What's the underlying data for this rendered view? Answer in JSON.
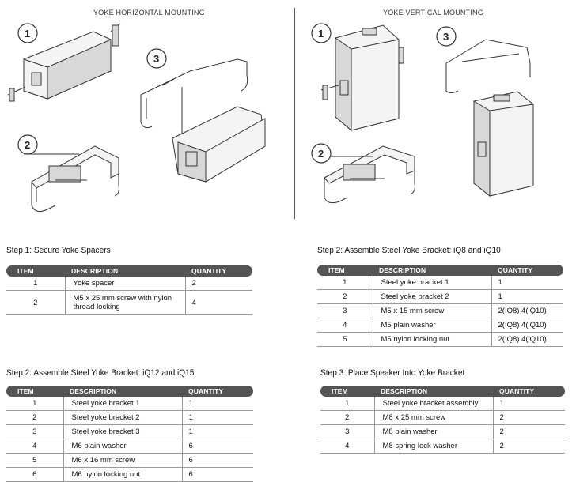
{
  "headers": {
    "horizontal": "YOKE HORIZONTAL MOUNTING",
    "vertical": "YOKE VERTICAL MOUNTING"
  },
  "badges": {
    "h1": "1",
    "h2": "2",
    "h3": "3",
    "v1": "1",
    "v2": "2",
    "v3": "3"
  },
  "columns": {
    "item": "ITEM",
    "description": "DESCRIPTION",
    "quantity": "QUANTITY"
  },
  "tables": {
    "t1": {
      "title": "Step 1: Secure Yoke Spacers",
      "rows": [
        {
          "item": "1",
          "description": "Yoke spacer",
          "quantity": "2"
        },
        {
          "item": "2",
          "description": "M5 x 25 mm screw with nylon thread locking",
          "quantity": "4"
        }
      ]
    },
    "t2": {
      "title": "Step 2: Assemble Steel Yoke Bracket: iQ8 and iQ10",
      "rows": [
        {
          "item": "1",
          "description": "Steel yoke bracket 1",
          "quantity": "1"
        },
        {
          "item": "2",
          "description": "Steel yoke bracket 2",
          "quantity": "1"
        },
        {
          "item": "3",
          "description": "M5 x 15 mm screw",
          "quantity": "2(IQ8) 4(iQ10)"
        },
        {
          "item": "4",
          "description": "M5 plain washer",
          "quantity": "2(IQ8) 4(iQ10)"
        },
        {
          "item": "5",
          "description": "M5 nylon locking nut",
          "quantity": "2(IQ8) 4(iQ10)"
        }
      ]
    },
    "t3": {
      "title": "Step 2: Assemble Steel Yoke Bracket: iQ12 and iQ15",
      "rows": [
        {
          "item": "1",
          "description": "Steel yoke bracket 1",
          "quantity": "1"
        },
        {
          "item": "2",
          "description": "Steel yoke bracket 2",
          "quantity": "1"
        },
        {
          "item": "3",
          "description": "Steel yoke bracket 3",
          "quantity": "1"
        },
        {
          "item": "4",
          "description": "M6 plain washer",
          "quantity": "6"
        },
        {
          "item": "5",
          "description": "M6 x 16 mm screw",
          "quantity": "6"
        },
        {
          "item": "6",
          "description": "M6 nylon locking nut",
          "quantity": "6"
        }
      ]
    },
    "t4": {
      "title": "Step 3: Place Speaker Into Yoke Bracket",
      "rows": [
        {
          "item": "1",
          "description": "Steel yoke bracket assembly",
          "quantity": "1"
        },
        {
          "item": "2",
          "description": "M8 x 25 mm screw",
          "quantity": "2"
        },
        {
          "item": "3",
          "description": "M8 plain washer",
          "quantity": "2"
        },
        {
          "item": "4",
          "description": "M8 spring lock washer",
          "quantity": "2"
        }
      ]
    }
  }
}
